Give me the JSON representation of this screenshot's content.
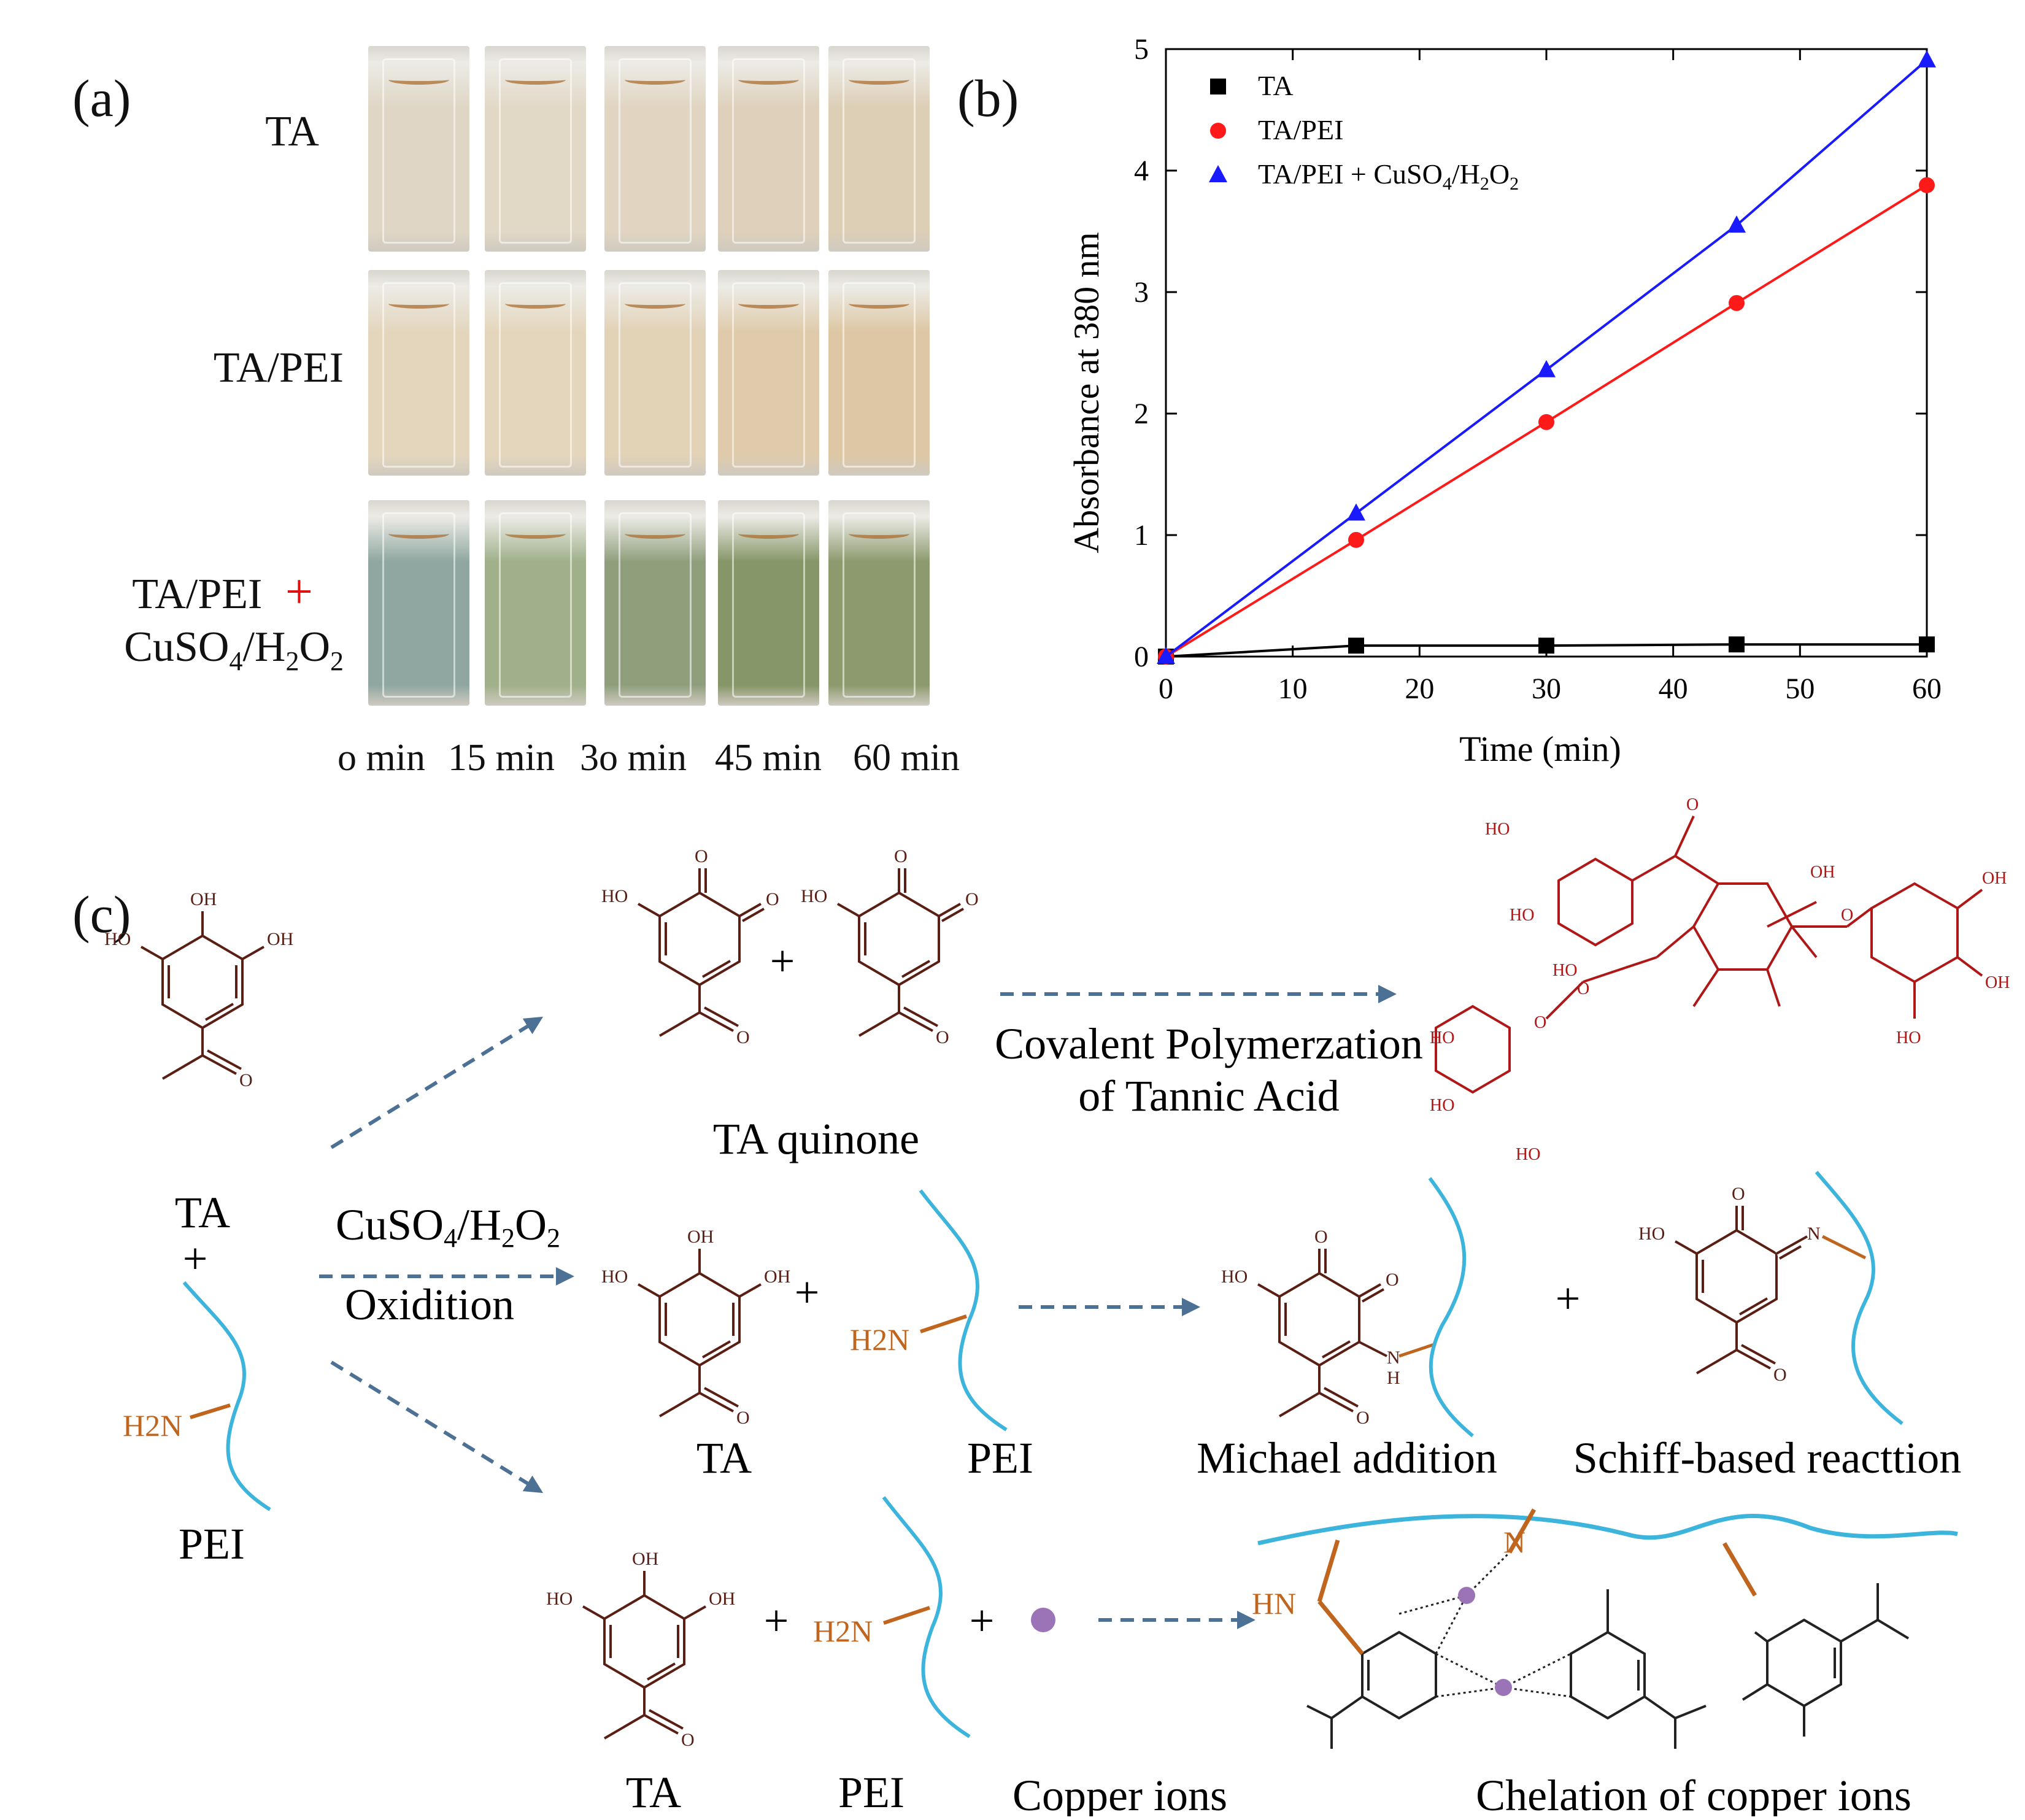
{
  "panel_a": {
    "label": "(a)",
    "rows": [
      {
        "label": "TA",
        "colors": [
          "#dfd6c5",
          "#e2d8c6",
          "#e1d5c1",
          "#ded0ba",
          "#ddceb6"
        ]
      },
      {
        "label": "TA/PEI",
        "colors": [
          "#e3d6bd",
          "#e4d6bc",
          "#e2d2b6",
          "#dfcbab",
          "#ddc7a4"
        ]
      },
      {
        "label_main": "TA/PEI",
        "label_plus": "+",
        "label_reagent": "CuSO4/H2O2",
        "colors": [
          "#8fa7a0",
          "#9fb08a",
          "#8f9f7c",
          "#869668",
          "#8c9a6e"
        ]
      }
    ],
    "time_labels": [
      "o min",
      "15 min",
      "3o min",
      "45 min",
      "60 min"
    ]
  },
  "chart_data": {
    "type": "line",
    "panel_label": "(b)",
    "xlabel": "Time (min)",
    "ylabel": "Absorbance at 380 nm",
    "xlim": [
      0,
      60
    ],
    "ylim": [
      0,
      5
    ],
    "xticks": [
      0,
      10,
      20,
      30,
      40,
      50,
      60
    ],
    "yticks": [
      0,
      1,
      2,
      3,
      4,
      5
    ],
    "legend_position": "top-left",
    "series": [
      {
        "name": "TA",
        "color": "#000000",
        "marker": "square",
        "x": [
          0,
          15,
          30,
          45,
          60
        ],
        "y": [
          0.0,
          0.09,
          0.09,
          0.1,
          0.1
        ]
      },
      {
        "name": "TA/PEI",
        "color": "#ff1a1a",
        "marker": "circle",
        "x": [
          0,
          15,
          30,
          45,
          60
        ],
        "y": [
          0.0,
          0.96,
          1.93,
          2.91,
          3.88
        ]
      },
      {
        "name": "TA/PEI + CuSO4/H2O2",
        "color": "#1a1aff",
        "marker": "triangle",
        "x": [
          0,
          15,
          30,
          45,
          60
        ],
        "y": [
          0.0,
          1.18,
          2.36,
          3.55,
          4.91
        ]
      }
    ]
  },
  "panel_c": {
    "label": "(c)",
    "ta": "TA",
    "plus": "+",
    "pei": "PEI",
    "oxidant": "CuSO4/H2O2",
    "oxidation": "Oxidition",
    "ta_quinone": "TA quinone",
    "covalent_1": "Covalent Polymerzation",
    "covalent_2": "of  Tannic Acid",
    "michael": "Michael addition",
    "schiff": "Schiff-based reacttion",
    "copper_ions": "Copper ions",
    "chelation": "Chelation of copper ions",
    "atoms": {
      "oh": "HO",
      "oh2": "OH",
      "o": "O",
      "h2n": "H2N",
      "n": "N",
      "nh": "N",
      "h": "H",
      "hn": "HN"
    }
  },
  "colors": {
    "structure": "#5a1f14",
    "amine": "#c0651e",
    "chain": "#3cb4dc",
    "arrow": "#4d7194",
    "tannic": "#b01818",
    "copper": "#9b74b8"
  }
}
